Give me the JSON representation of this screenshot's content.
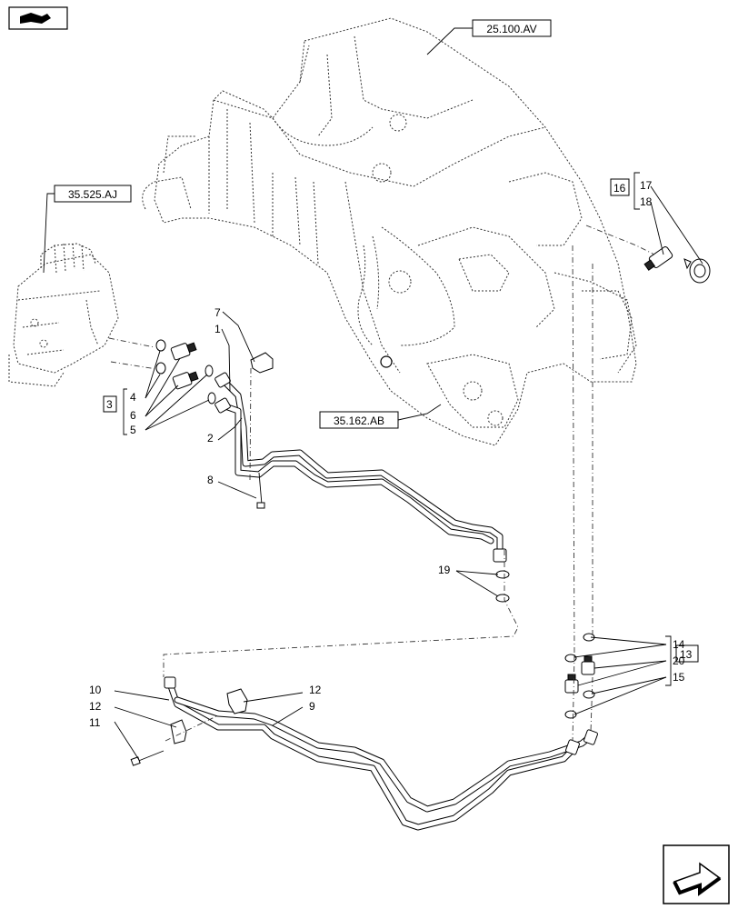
{
  "references": {
    "frame": "25.100.AV",
    "valve": "35.525.AJ",
    "support": "35.162.AB"
  },
  "callouts": {
    "n1": "1",
    "n2": "2",
    "n3": "3",
    "n4": "4",
    "n5": "5",
    "n6": "6",
    "n7": "7",
    "n8": "8",
    "n9": "9",
    "n10": "10",
    "n11": "11",
    "n12a": "12",
    "n12b": "12",
    "n13": "13",
    "n14": "14",
    "n15": "15",
    "n16": "16",
    "n17": "17",
    "n18": "18",
    "n19": "19",
    "n20": "20"
  },
  "icons": {
    "top_left": "book-open-icon",
    "bottom_right": "next-page-arrow-icon"
  }
}
